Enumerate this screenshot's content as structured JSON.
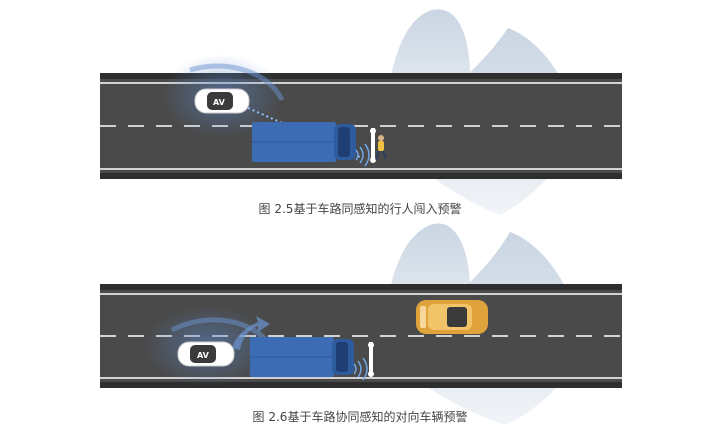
{
  "figures": [
    {
      "caption": "图 2.5基于车路同感知的行人闯入预警",
      "av_label": "AV"
    },
    {
      "caption": "图 2.6基于车路协同感知的对向车辆预警",
      "av_label": "AV"
    }
  ],
  "colors": {
    "road": "#4a4a4a",
    "road_edge": "#2e2e2e",
    "lane_mark": "#ffffff",
    "sensor_cone": "#9eb4cc",
    "truck": "#3c6cb4",
    "oncoming_car": "#e0a23a",
    "av_body": "#ffffff"
  }
}
